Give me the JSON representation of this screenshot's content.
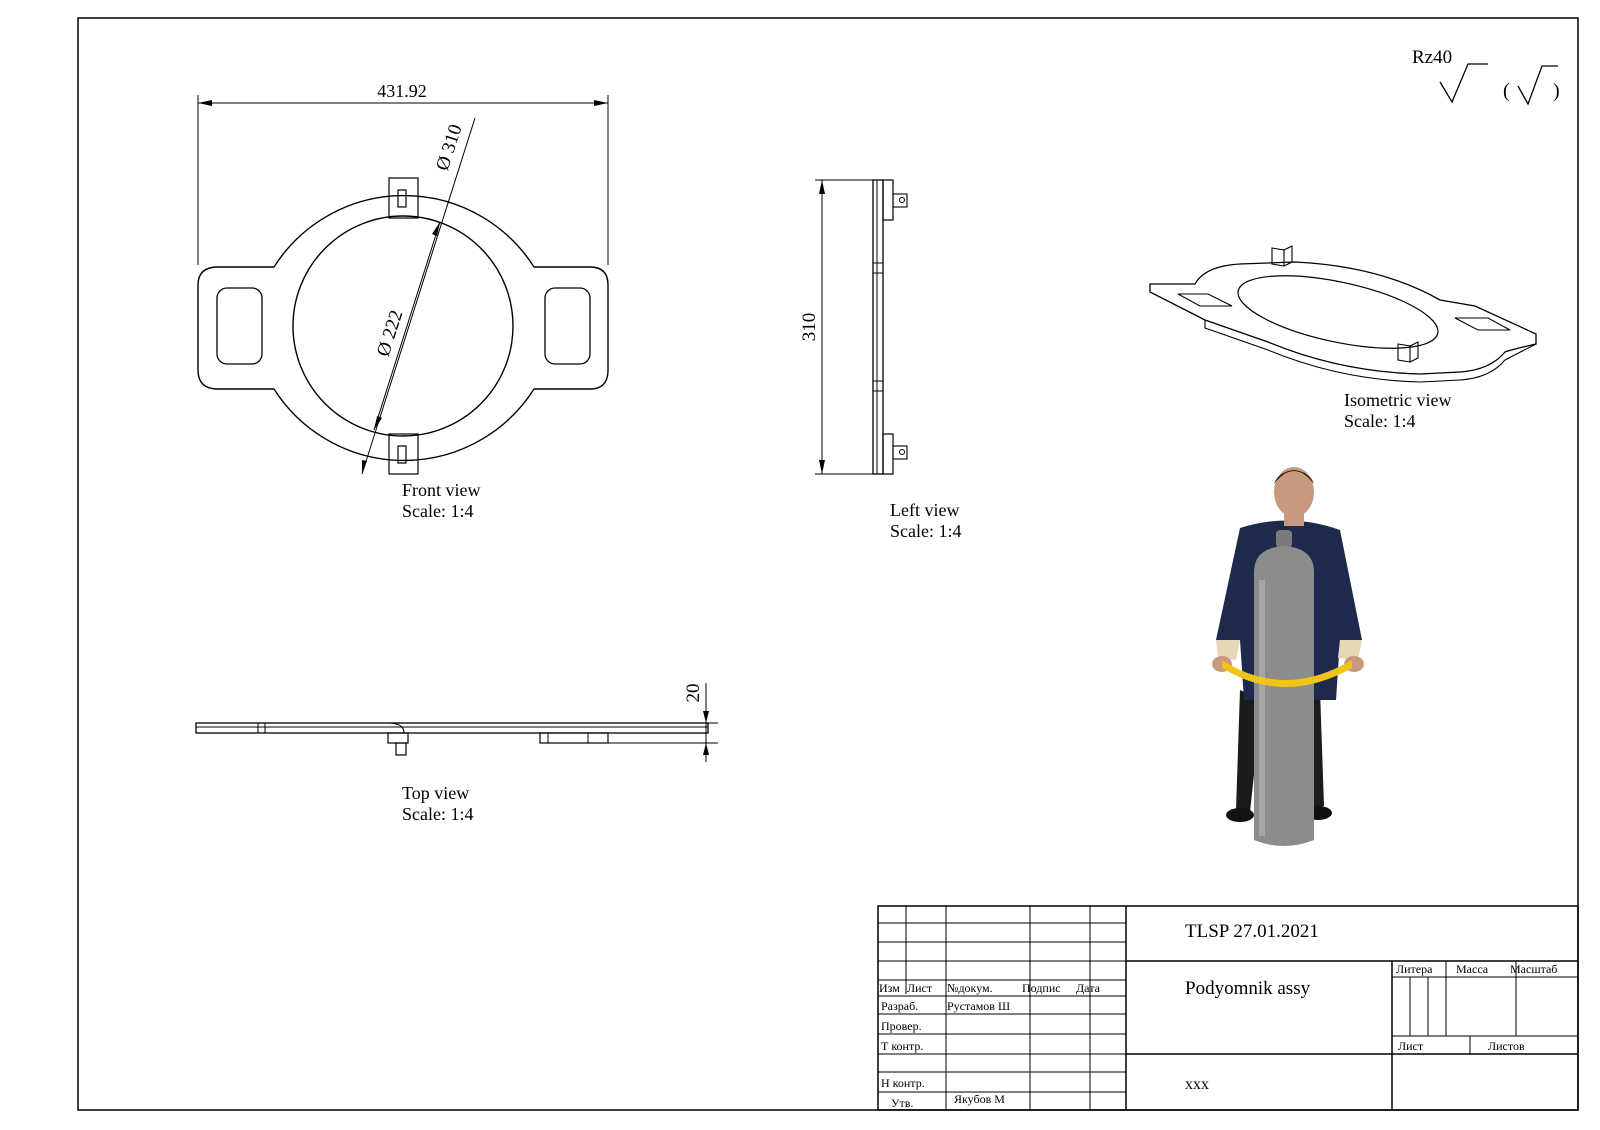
{
  "surface": {
    "roughness": "Rz40",
    "general_open": "(",
    "general_close": ")"
  },
  "views": {
    "front": {
      "label": "Front view",
      "scale": "Scale:  1:4",
      "dim_width": "431.92",
      "dim_outer": "310",
      "dim_inner": "222",
      "dia_symbol": "Ø"
    },
    "left": {
      "label": "Left view",
      "scale": "Scale:  1:4",
      "dim_height": "310"
    },
    "top": {
      "label": "Top view",
      "scale": "Scale:  1:4",
      "dim_thickness": "20"
    },
    "iso": {
      "label": "Isometric view",
      "scale": "Scale:  1:4"
    }
  },
  "photo": {
    "icon": "person-carrying-gas-cylinder-photo"
  },
  "title_block": {
    "doc_code": "TLSP 27.01.2021",
    "title": "Podyomnik assy",
    "material": "xxx",
    "col_headers": {
      "izm": "Изм",
      "list": "Лист",
      "doc_no": "№докум.",
      "sign": "Подпис",
      "date": "Дата"
    },
    "rows": {
      "razrab": "Разраб.",
      "razrab_name": "Рустамов Ш",
      "prover": "Провер.",
      "tkontr": "Т контр.",
      "nkontr": "Н контр.",
      "utv": "Утв.",
      "utv_name": "Якубов М"
    },
    "litera": "Литера",
    "massa": "Масса",
    "masshtab": "Масштаб",
    "sheet": "Лист",
    "sheets": "Листов"
  },
  "colors": {
    "line": "#000000",
    "tool_yellow": "#f0c419",
    "jacket": "#1e2a4d",
    "cylinder": "#8c8c8c"
  }
}
